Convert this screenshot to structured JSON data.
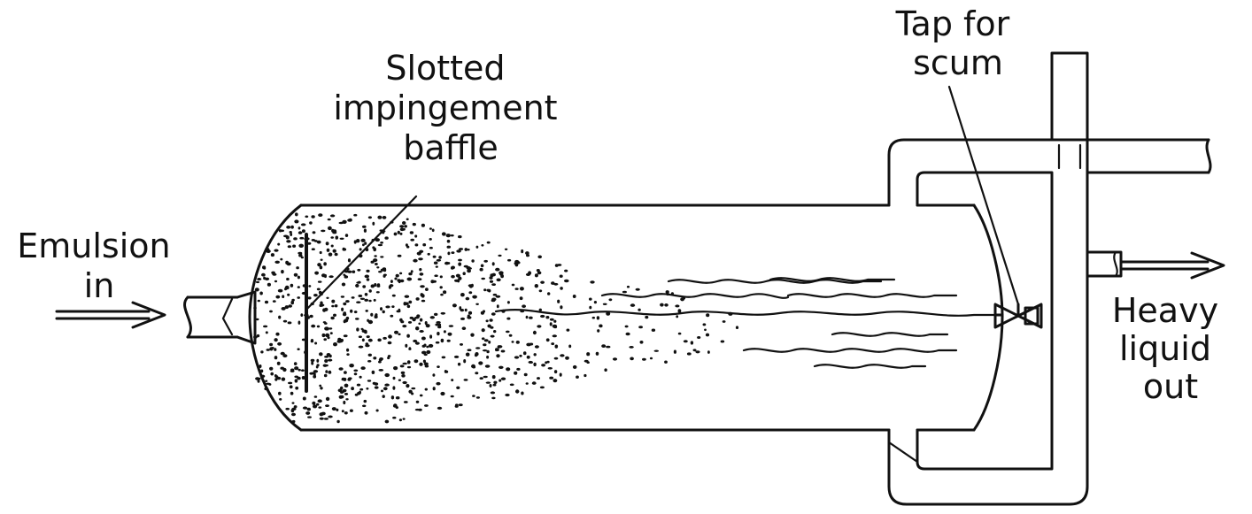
{
  "labels": {
    "emulsion_in": [
      "Emulsion",
      "in"
    ],
    "baffle": [
      "Slotted",
      "impingement",
      "baffle"
    ],
    "tap": [
      "Tap for",
      "scum"
    ],
    "heavy_out": [
      "Heavy",
      "liquid",
      "out"
    ]
  },
  "colors": {
    "ink": "#111111",
    "background": "#ffffff"
  }
}
